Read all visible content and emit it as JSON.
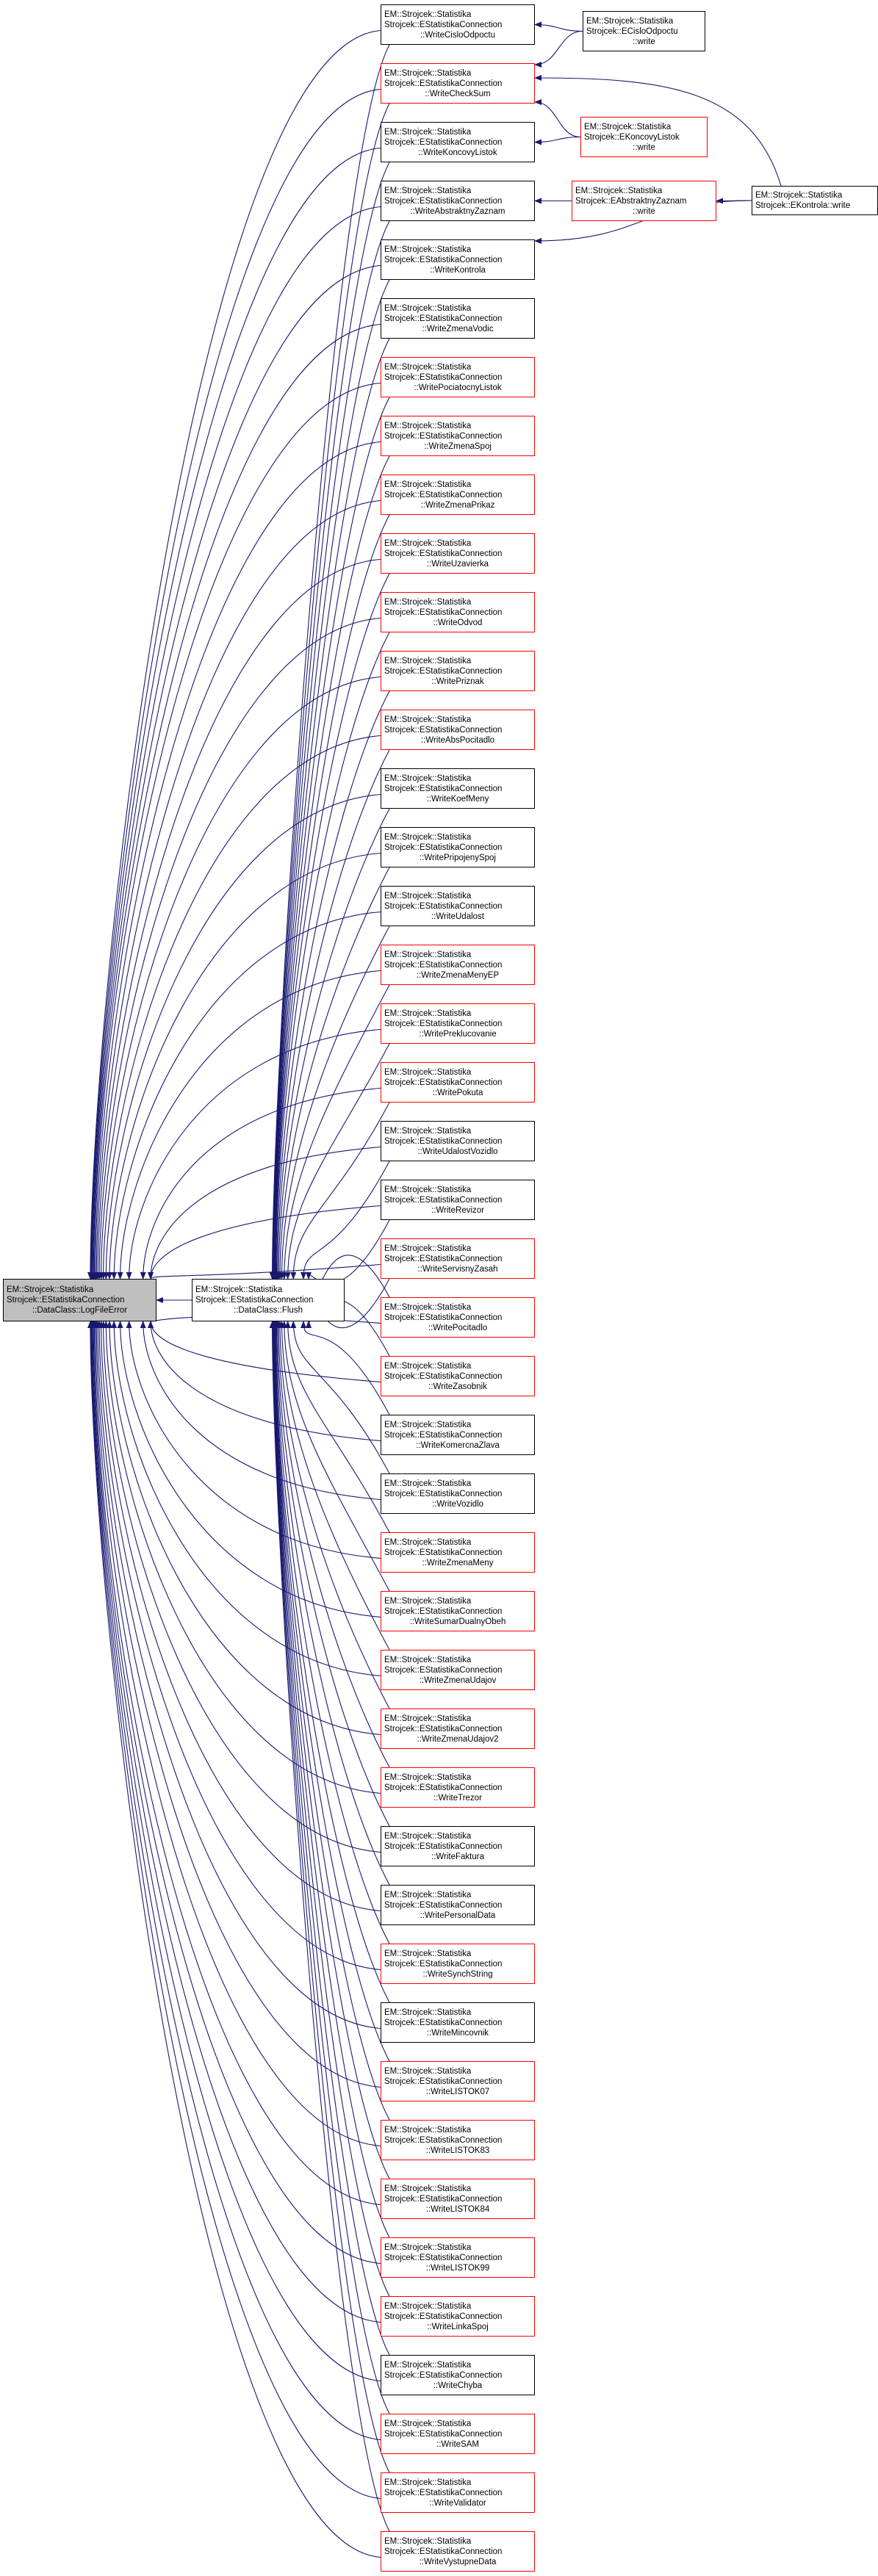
{
  "graph": {
    "edge_color": "#191970",
    "root": {
      "id": "logfileerror",
      "lines": [
        "EM::Strojcek::Statistika",
        "Strojcek::EStatistikaConnection",
        "::DataClass::LogFileError"
      ],
      "border": "black"
    },
    "flush": {
      "id": "flush",
      "lines": [
        "EM::Strojcek::Statistika",
        "Strojcek::EStatistikaConnection",
        "::DataClass::Flush"
      ],
      "border": "black"
    },
    "callers": [
      {
        "id": "WriteCisloOdpoctu",
        "border": "black"
      },
      {
        "id": "WriteCheckSum",
        "border": "red"
      },
      {
        "id": "WriteKoncovyListok",
        "border": "black"
      },
      {
        "id": "WriteAbstraktnyZaznam",
        "border": "black"
      },
      {
        "id": "WriteKontrola",
        "border": "black"
      },
      {
        "id": "WriteZmenaVodic",
        "border": "black"
      },
      {
        "id": "WritePociatocnyListok",
        "border": "red"
      },
      {
        "id": "WriteZmenaSpoj",
        "border": "red"
      },
      {
        "id": "WriteZmenaPrikaz",
        "border": "red"
      },
      {
        "id": "WriteUzavierka",
        "border": "red"
      },
      {
        "id": "WriteOdvod",
        "border": "red"
      },
      {
        "id": "WritePriznak",
        "border": "red"
      },
      {
        "id": "WriteAbsPocitadlo",
        "border": "red"
      },
      {
        "id": "WriteKoefMeny",
        "border": "black"
      },
      {
        "id": "WritePripojenySpoj",
        "border": "black"
      },
      {
        "id": "WriteUdalost",
        "border": "black"
      },
      {
        "id": "WriteZmenaMenyEP",
        "border": "red"
      },
      {
        "id": "WritePreklucovanie",
        "border": "red"
      },
      {
        "id": "WritePokuta",
        "border": "red"
      },
      {
        "id": "WriteUdalostVozidlo",
        "border": "black"
      },
      {
        "id": "WriteRevizor",
        "border": "black"
      },
      {
        "id": "WriteServisnyZasah",
        "border": "red"
      },
      {
        "id": "WritePocitadlo",
        "border": "red"
      },
      {
        "id": "WriteZasobnik",
        "border": "red"
      },
      {
        "id": "WriteKomercnaZlava",
        "border": "black"
      },
      {
        "id": "WriteVozidlo",
        "border": "black"
      },
      {
        "id": "WriteZmenaMeny",
        "border": "red"
      },
      {
        "id": "WriteSumarDualnyObeh",
        "border": "red"
      },
      {
        "id": "WriteZmenaUdajov",
        "border": "red"
      },
      {
        "id": "WriteZmenaUdajov2",
        "border": "red"
      },
      {
        "id": "WriteTrezor",
        "border": "red"
      },
      {
        "id": "WriteFaktura",
        "border": "black"
      },
      {
        "id": "WritePersonalData",
        "border": "black"
      },
      {
        "id": "WriteSynchString",
        "border": "red"
      },
      {
        "id": "WriteMincovnik",
        "border": "black"
      },
      {
        "id": "WriteLISTOK07",
        "border": "red"
      },
      {
        "id": "WriteLISTOK83",
        "border": "red"
      },
      {
        "id": "WriteLISTOK84",
        "border": "red"
      },
      {
        "id": "WriteLISTOK99",
        "border": "red"
      },
      {
        "id": "WriteLinkaSpoj",
        "border": "red"
      },
      {
        "id": "WriteChyba",
        "border": "black"
      },
      {
        "id": "WriteSAM",
        "border": "red"
      },
      {
        "id": "WriteValidator",
        "border": "red"
      },
      {
        "id": "WriteVystupneData",
        "border": "red"
      }
    ],
    "caller_prefix": [
      "EM::Strojcek::Statistika",
      "Strojcek::EStatistikaConnection"
    ],
    "caller_labels": {},
    "outer": [
      {
        "id": "ECisloOdpoctu",
        "lines": [
          "EM::Strojcek::Statistika",
          "Strojcek::ECisloOdpoctu",
          "::write"
        ],
        "border": "black",
        "calls": [
          "WriteCisloOdpoctu",
          "WriteCheckSum"
        ]
      },
      {
        "id": "EKoncovyListok",
        "lines": [
          "EM::Strojcek::Statistika",
          "Strojcek::EKoncovyListok",
          "::write"
        ],
        "border": "red",
        "calls": [
          "WriteKoncovyListok",
          "WriteCheckSum"
        ]
      },
      {
        "id": "EAbstraktnyZaznam",
        "lines": [
          "EM::Strojcek::Statistika",
          "Strojcek::EAbstraktnyZaznam",
          "::write"
        ],
        "border": "red",
        "calls": [
          "WriteAbstraktnyZaznam"
        ]
      },
      {
        "id": "EKontrola",
        "lines": [
          "EM::Strojcek::Statistika",
          "Strojcek::EKontrola::write"
        ],
        "border": "black",
        "calls": [
          "EAbstraktnyZaznam",
          "WriteCheckSum",
          "WriteKontrola"
        ]
      }
    ]
  }
}
